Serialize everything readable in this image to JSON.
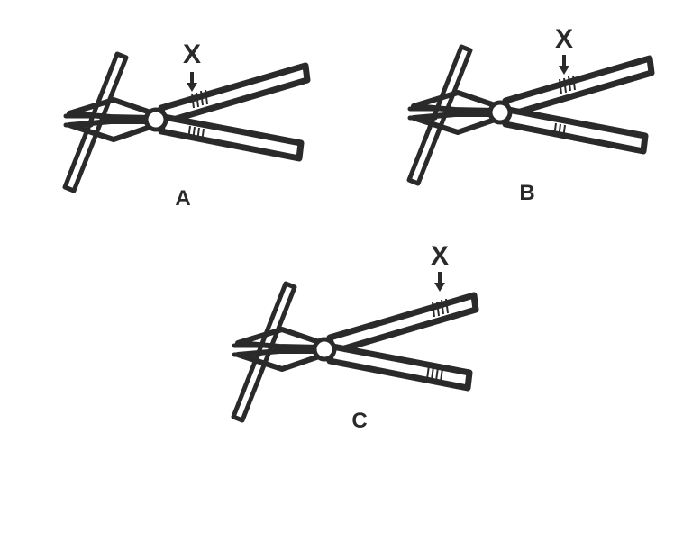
{
  "diagram": {
    "stroke_color": "#2a2a2a",
    "fill_color": "#ffffff",
    "panels": [
      {
        "caption": "A",
        "marker": "X"
      },
      {
        "caption": "B",
        "marker": "X"
      },
      {
        "caption": "C",
        "marker": "X"
      }
    ]
  }
}
